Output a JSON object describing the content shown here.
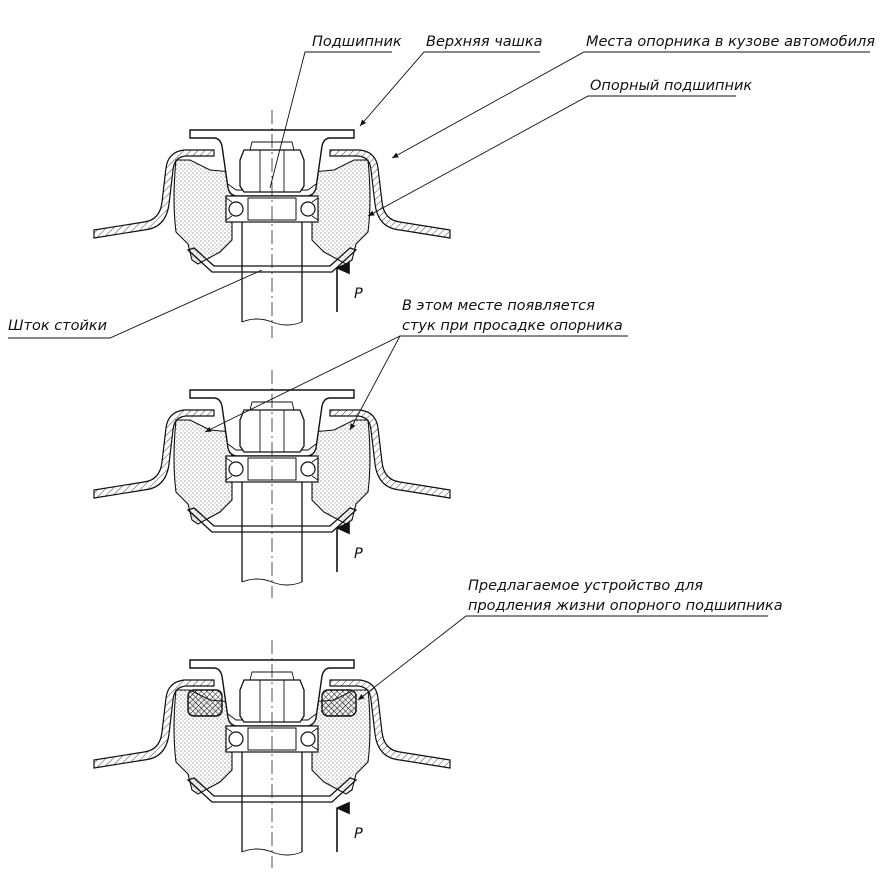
{
  "labels": {
    "bearing": "Подшипник",
    "upper_cup": "Верхняя чашка",
    "mount_seat": "Места опорника в кузове автомобиля",
    "support_bearing": "Опорный подшипник",
    "strut_rod": "Шток стойки",
    "knock_line1": "В этом месте появляется",
    "knock_line2": "стук при просадке опорника",
    "proposal_line1": "Предлагаемое устройство для",
    "proposal_line2": "продления жизни опорного подшипника"
  },
  "force_label": "P",
  "colors": {
    "line": "#111111",
    "background": "#ffffff"
  }
}
